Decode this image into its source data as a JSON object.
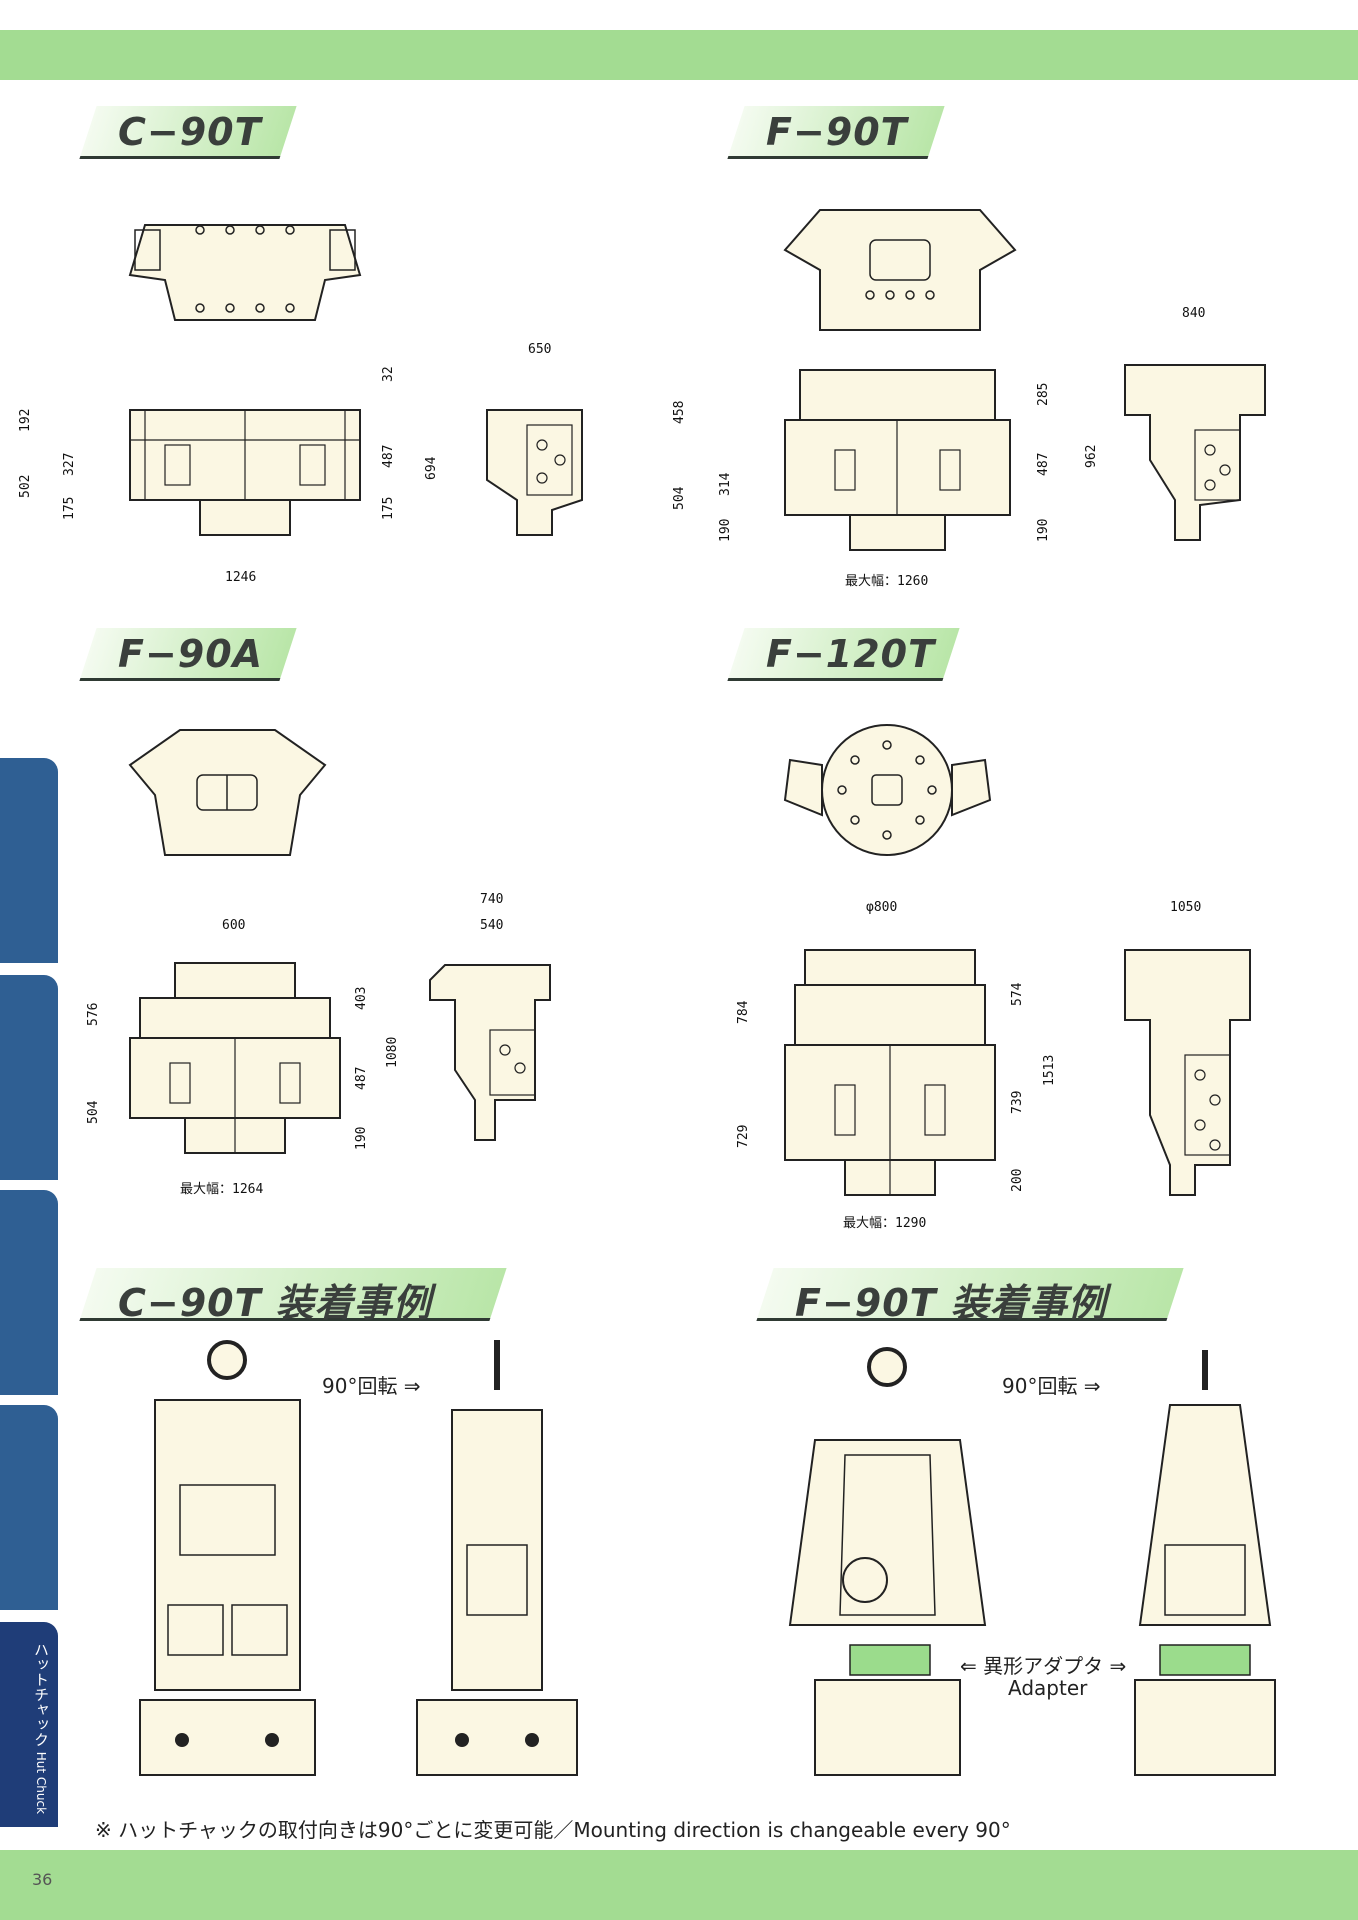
{
  "titles": {
    "c90t": "C−90T",
    "f90t": "F−90T",
    "f90a": "F−90A",
    "f120t": "F−120T",
    "c90t_mount": "C−90T 装着事例",
    "f90t_mount": "F−90T 装着事例"
  },
  "dims": {
    "c90t": [
      "192",
      "502",
      "327",
      "175",
      "32",
      "487",
      "694",
      "175",
      "1246",
      "650"
    ],
    "f90t": [
      "458",
      "504",
      "314",
      "190",
      "285",
      "487",
      "962",
      "190",
      "最大幅：1260",
      "840"
    ],
    "f90a": [
      "600",
      "576",
      "504",
      "403",
      "487",
      "1080",
      "190",
      "最大幅：1264",
      "740",
      "540"
    ],
    "f120t": [
      "φ800",
      "784",
      "729",
      "574",
      "739",
      "1513",
      "200",
      "最大幅：1290",
      "1050"
    ]
  },
  "labels": {
    "rotate_left": "90°回転 ⇒",
    "rotate_right": "90°回転 ⇒",
    "adapter_jp": "⇐ 異形アダプタ ⇒",
    "adapter_en": "Adapter",
    "footnote": "※ ハットチャックの取付向きは90°ごとに変更可能／Mounting direction is changeable every 90°",
    "tab_jp": "ハットチャック",
    "tab_en": "Hut Chuck",
    "page_number": "36"
  },
  "colors": {
    "band": "#a3dc92",
    "machine": "#fbf7e3",
    "adapter": "#9bdc8c",
    "tab": "#2f5f93",
    "tab_active": "#1f3d78"
  }
}
